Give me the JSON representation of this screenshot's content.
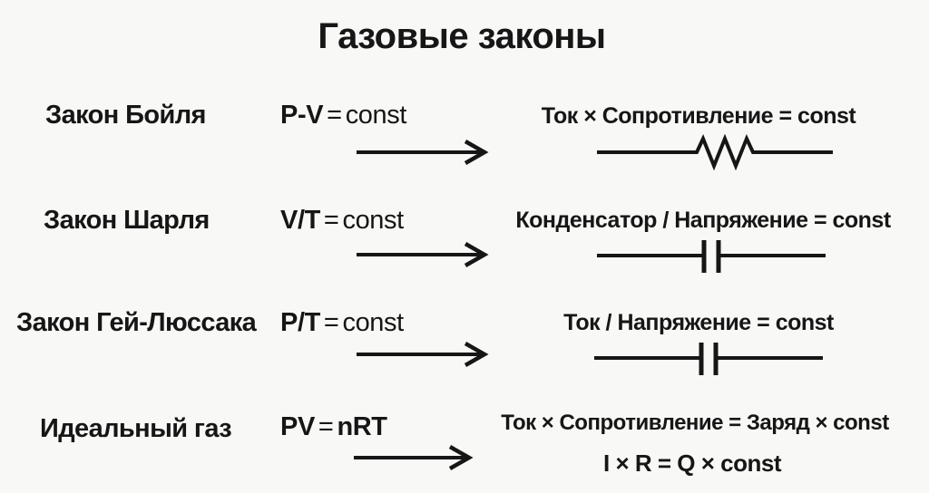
{
  "meta": {
    "background_color": "#f8f8f6",
    "ink_color": "#161616"
  },
  "title": "Газовые законы",
  "rows": [
    {
      "law": "Закон Бойля",
      "formula_lhs": "P-V",
      "formula_eq": "=",
      "formula_rhs": "const",
      "analogy": "Ток × Сопротивление = const",
      "symbol": "resistor"
    },
    {
      "law": "Закон Шарля",
      "formula_lhs": "V/T",
      "formula_eq": "=",
      "formula_rhs": "const",
      "analogy": "Конденсатор / Напряжение = const",
      "symbol": "capacitor"
    },
    {
      "law": "Закон Гей-Люссака",
      "formula_lhs": "P/T",
      "formula_eq": "=",
      "formula_rhs": "const",
      "analogy": "Ток / Напряжение = const",
      "symbol": "capacitor"
    },
    {
      "law": "Идеальный газ",
      "formula_lhs": "PV",
      "formula_eq": "=",
      "formula_rhs": "nRT",
      "analogy": "Ток × Сопротивление = Заряд × const",
      "analogy_formula": "I × R = Q × const",
      "symbol": "none"
    }
  ]
}
